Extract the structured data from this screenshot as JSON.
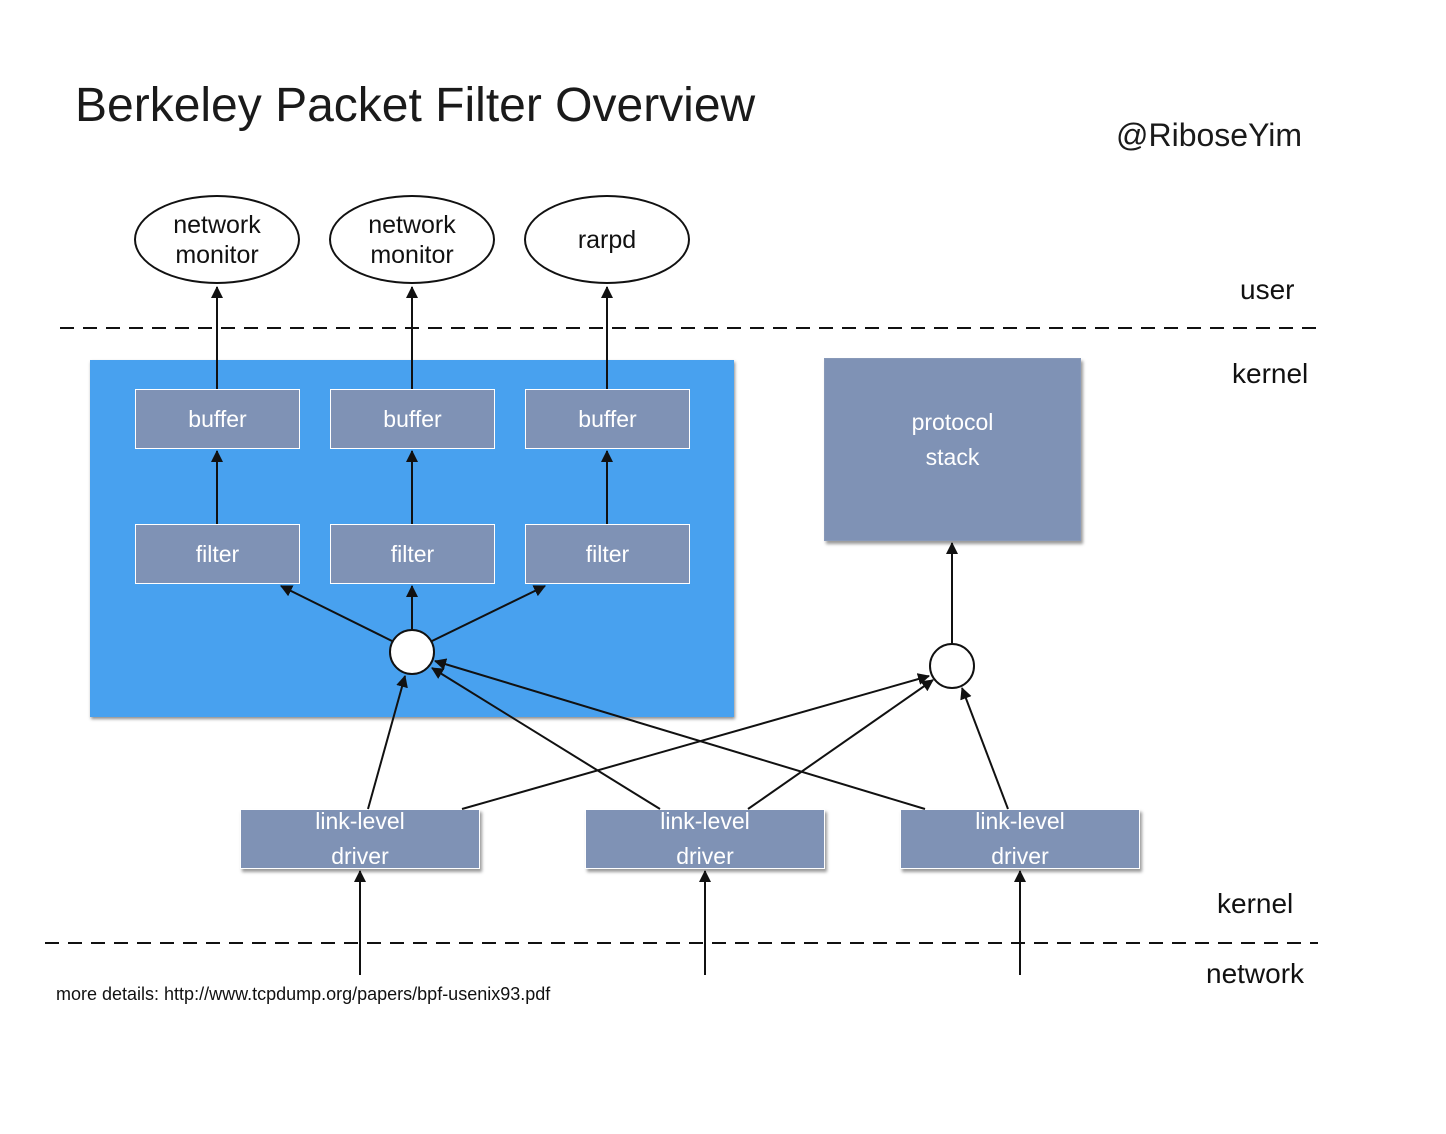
{
  "title": "Berkeley Packet Filter Overview",
  "author": "@RiboseYim",
  "zones": {
    "user": "user",
    "kernel_top": "kernel",
    "kernel_bottom": "kernel",
    "network": "network"
  },
  "processes": [
    {
      "line1": "network",
      "line2": "monitor"
    },
    {
      "line1": "network",
      "line2": "monitor"
    },
    {
      "line1": "rarpd",
      "line2": ""
    }
  ],
  "buffers": [
    "buffer",
    "buffer",
    "buffer"
  ],
  "filters": [
    "filter",
    "filter",
    "filter"
  ],
  "protocol_stack": {
    "line1": "protocol",
    "line2": "stack"
  },
  "drivers": [
    {
      "line1": "link-level",
      "line2": "driver"
    },
    {
      "line1": "link-level",
      "line2": "driver"
    },
    {
      "line1": "link-level",
      "line2": "driver"
    }
  ],
  "footer_note": "more details: http://www.tcpdump.org/papers/bpf-usenix93.pdf",
  "colors": {
    "bpf_panel": "#48a1ef",
    "box_fill": "#7f92b5",
    "line": "#111111"
  }
}
